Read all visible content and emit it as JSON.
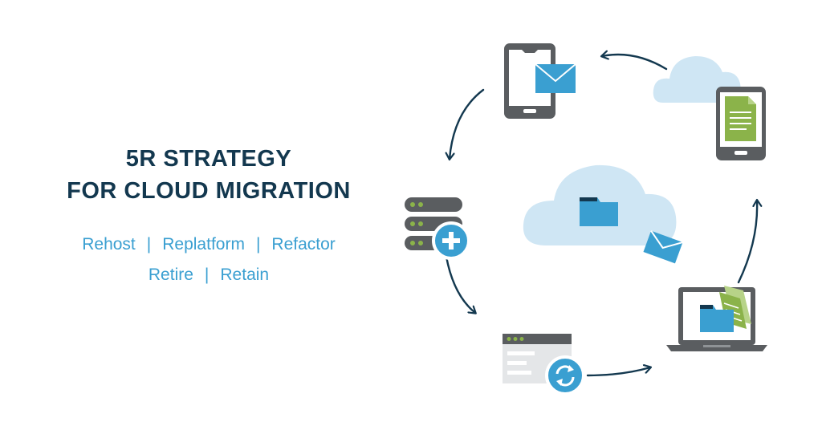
{
  "heading": {
    "line1": "5R STRATEGY",
    "line2": "FOR CLOUD MIGRATION"
  },
  "strategies": {
    "row1": [
      "Rehost",
      "Replatform",
      "Refactor"
    ],
    "row2": [
      "Retire",
      "Retain"
    ],
    "separator": "|"
  },
  "diagram": {
    "nodes": [
      "phone-with-mail-icon",
      "cloud-with-document-phone-icon",
      "laptop-with-folder-document-icon",
      "browser-window-refresh-icon",
      "server-stack-add-icon",
      "center-cloud-folder-mail-icon"
    ],
    "colors": {
      "navy": "#13384f",
      "accent_blue": "#3a9fd1",
      "light_cloud": "#cfe6f4",
      "device_gray": "#5a5d60",
      "doc_green": "#8bb34a"
    }
  }
}
